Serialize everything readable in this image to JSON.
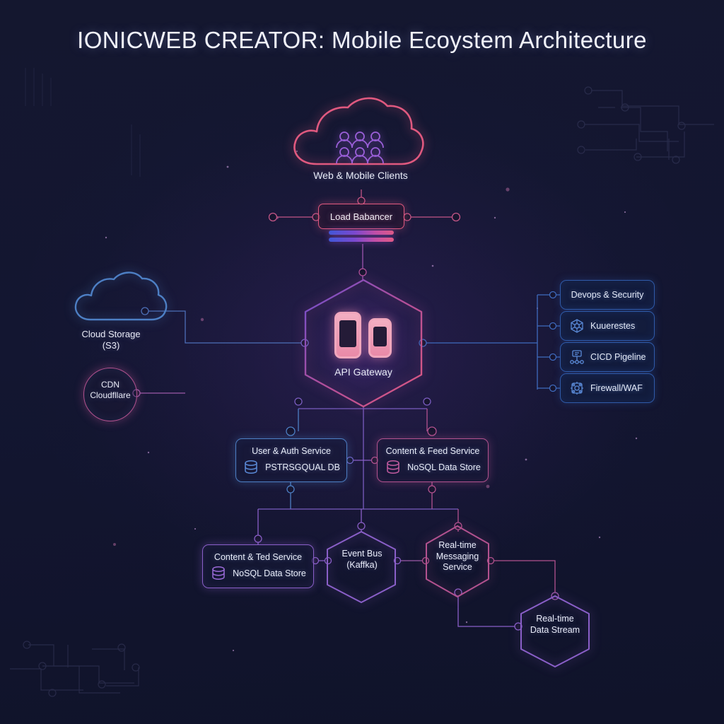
{
  "title": "IONICWEB CREATOR: Mobile Ecoystem Architecture",
  "colors": {
    "background": "#121530",
    "pink": "#e0597f",
    "purple": "#8a5fc8",
    "blue": "#4d7fc4",
    "magenta": "#b2528f",
    "text": "#e8eaf6"
  },
  "nodes": {
    "clients": {
      "label": "Web & Mobile Clients",
      "icon": "users-cloud-icon",
      "shape": "cloud",
      "color": "#e0597f"
    },
    "load_balancer": {
      "label": "Load Babancer",
      "shape": "rounded-rect",
      "color": "#e0597f"
    },
    "api_gateway": {
      "label": "API Gateway",
      "icon": "mobile-phones-icon",
      "shape": "hexagon",
      "color": "#b24fb0"
    },
    "cloud_storage": {
      "label": "Cloud Storage\n(S3)",
      "icon": "cloud-icon",
      "shape": "cloud",
      "color": "#4d7fc4"
    },
    "cdn": {
      "label": "CDN\nCloudfllare",
      "shape": "circle",
      "color": "#b2528f"
    },
    "user_auth": {
      "title": "User & Auth Service",
      "subtitle": "PSTRSGQUAL DB",
      "icon": "database-icon",
      "color": "#4d7fc4"
    },
    "content_feed": {
      "title": "Content & Feed Service",
      "subtitle": "NoSQL Data Store",
      "icon": "database-icon",
      "color": "#b2528f"
    },
    "content_ted": {
      "title": "Content & Ted Service",
      "subtitle": "NoSQL Data Store",
      "icon": "database-icon",
      "color": "#8a5fc8"
    },
    "event_bus": {
      "label": "Event Bus\n(Kaffka)",
      "shape": "hexagon",
      "color": "#8a5fc8"
    },
    "messaging": {
      "label": "Real-time\nMessaging\nService",
      "shape": "hexagon",
      "color": "#b2528f"
    },
    "data_stream": {
      "label": "Real-time\nData Stream",
      "shape": "hexagon",
      "color": "#8a5fc8"
    }
  },
  "side_panel": {
    "items": [
      {
        "label": "Devops & Security",
        "icon": "none",
        "centered": true
      },
      {
        "label": "Kuuerestes",
        "icon": "kubernetes-icon",
        "centered": false
      },
      {
        "label": "CICD Pigeline",
        "icon": "pipeline-icon",
        "centered": false
      },
      {
        "label": "Firewall/WAF",
        "icon": "firewall-icon",
        "centered": false
      }
    ]
  }
}
